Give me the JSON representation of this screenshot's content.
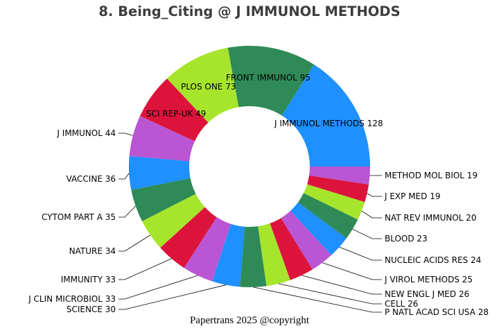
{
  "chart_data": {
    "type": "pie",
    "variant": "donut",
    "title": "8. Being_Citing @ J IMMUNOL METHODS",
    "footer": "Papertrans 2025 @copyright",
    "total": 800,
    "direction": "counterclockwise",
    "start_angle_deg": 0,
    "legend": "none",
    "palette": [
      "#1E90FF",
      "#2E8B57",
      "#A6E52C",
      "#DC143C",
      "#BA55D3"
    ],
    "slices": [
      {
        "label": "J IMMUNOL METHODS",
        "value": 128,
        "color": "#1E90FF"
      },
      {
        "label": "FRONT IMMUNOL",
        "value": 95,
        "color": "#2E8B57"
      },
      {
        "label": "PLOS ONE",
        "value": 73,
        "color": "#A6E52C"
      },
      {
        "label": "SCI REP-UK",
        "value": 49,
        "color": "#DC143C"
      },
      {
        "label": "J IMMUNOL",
        "value": 44,
        "color": "#BA55D3"
      },
      {
        "label": "VACCINE",
        "value": 36,
        "color": "#1E90FF"
      },
      {
        "label": "CYTOM PART A",
        "value": 35,
        "color": "#2E8B57"
      },
      {
        "label": "NATURE",
        "value": 34,
        "color": "#A6E52C"
      },
      {
        "label": "IMMUNITY",
        "value": 33,
        "color": "#DC143C"
      },
      {
        "label": "J CLIN MICROBIOL",
        "value": 33,
        "color": "#BA55D3"
      },
      {
        "label": "SCIENCE",
        "value": 30,
        "color": "#1E90FF"
      },
      {
        "label": "P NATL ACAD SCI USA",
        "value": 28,
        "color": "#2E8B57"
      },
      {
        "label": "CELL",
        "value": 26,
        "color": "#A6E52C"
      },
      {
        "label": "NEW ENGL J MED",
        "value": 26,
        "color": "#DC143C"
      },
      {
        "label": "J VIROL METHODS",
        "value": 25,
        "color": "#BA55D3"
      },
      {
        "label": "NUCLEIC ACIDS RES",
        "value": 24,
        "color": "#1E90FF"
      },
      {
        "label": "BLOOD",
        "value": 23,
        "color": "#2E8B57"
      },
      {
        "label": "NAT REV IMMUNOL",
        "value": 20,
        "color": "#A6E52C"
      },
      {
        "label": "J EXP MED",
        "value": 19,
        "color": "#DC143C"
      },
      {
        "label": "METHOD MOL BIOL",
        "value": 19,
        "color": "#BA55D3"
      }
    ]
  }
}
